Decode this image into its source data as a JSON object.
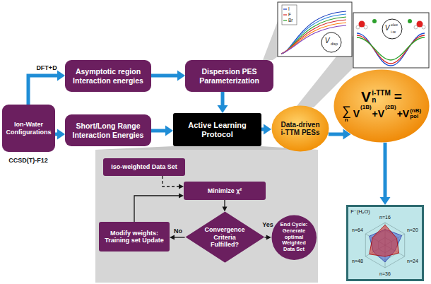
{
  "diagram": {
    "nodes": [
      {
        "text": [
          "Ion-Water Configurations"
        ]
      },
      {
        "text": [
          "Asymptotic region Interaction energies"
        ]
      },
      {
        "text": [
          "Short/Long Range Interaction Energies"
        ]
      },
      {
        "text": [
          "Dispersion PES Parameterization"
        ]
      },
      {
        "text": [
          "Active Learning Protocol"
        ]
      },
      {
        "text": [
          "Data-driven i-TTM PESs"
        ]
      },
      {
        "text": [
          "V",
          "n",
          "i-TTM",
          "=",
          "∑",
          "n",
          "V",
          "(1B)",
          "+V",
          "(2B)",
          "+V",
          "(nB)",
          "pol"
        ]
      },
      {
        "text": [
          "Iso-weighted Data Set"
        ]
      },
      {
        "text": [
          "Minimize χ²"
        ]
      },
      {
        "text": [
          "Convergence Criteria Fulfilled?"
        ]
      },
      {
        "text": [
          "Modify weights: Training set Update"
        ]
      },
      {
        "text": [
          "End Cycle: Generate optimal Weighted Data Set"
        ]
      },
      {
        "text": [
          "F⁻(H₂O)",
          "n=16",
          "n=20",
          "n=24",
          "n=36",
          "n=48",
          "n=64"
        ]
      }
    ],
    "edges": [
      {
        "from": 0,
        "to": 1,
        "arrow": "to",
        "label": "DFT+D"
      },
      {
        "from": 0,
        "to": 2,
        "arrow": "to",
        "label": "CCSD(T)-F12"
      },
      {
        "from": 1,
        "to": 3,
        "arrow": "to"
      },
      {
        "from": 3,
        "to": 4,
        "arrow": "to"
      },
      {
        "from": 2,
        "to": 4,
        "arrow": "to"
      },
      {
        "from": 4,
        "to": 5,
        "arrow": "to"
      },
      {
        "from": 5,
        "to": 6,
        "arrow": "to"
      },
      {
        "from": 6,
        "to": 12,
        "arrow": "to"
      },
      {
        "from": 7,
        "to": 8,
        "arrow": "to"
      },
      {
        "from": 8,
        "to": 9,
        "arrow": "to"
      },
      {
        "from": 9,
        "to": 10,
        "arrow": "to",
        "label": "No"
      },
      {
        "from": 10,
        "to": 8,
        "arrow": "to"
      },
      {
        "from": 9,
        "to": 11,
        "arrow": "to",
        "label": "Yes"
      }
    ],
    "labels": [
      "V",
      "disp",
      "V",
      "elec",
      "i-w"
    ],
    "legend": [
      {
        "text": "I"
      },
      {
        "text": "F"
      },
      {
        "text": "Br"
      }
    ]
  }
}
